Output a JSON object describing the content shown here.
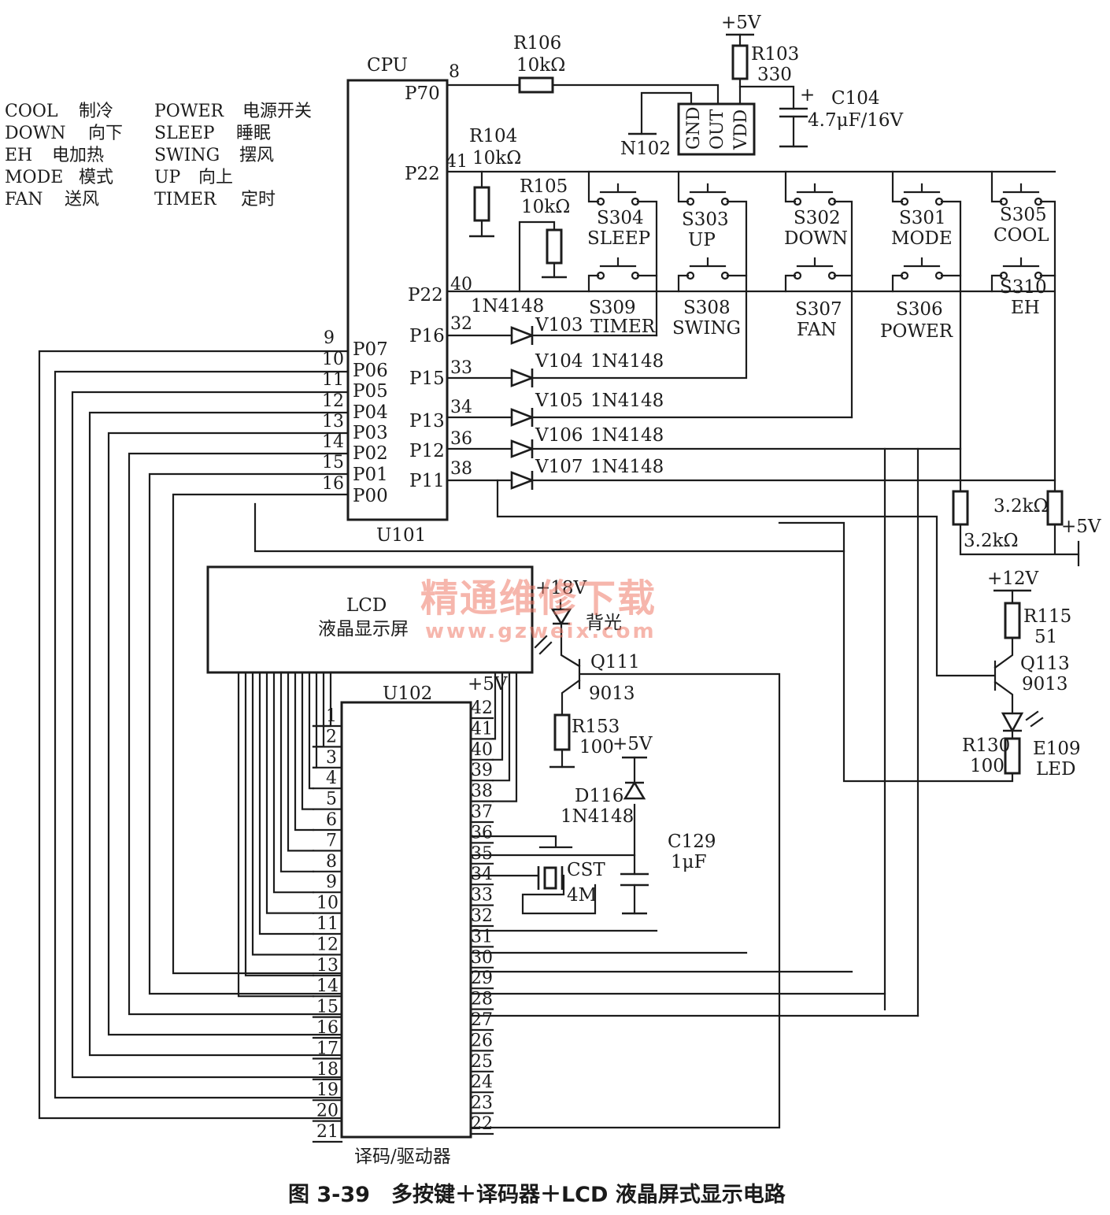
{
  "legend": [
    {
      "term": "COOL",
      "meaning": "制冷"
    },
    {
      "term": "DOWN",
      "meaning": "向下"
    },
    {
      "term": "EH",
      "meaning": "电加热"
    },
    {
      "term": "MODE",
      "meaning": "模式"
    },
    {
      "term": "FAN",
      "meaning": "送风"
    },
    {
      "term": "POWER",
      "meaning": "电源开关"
    },
    {
      "term": "SLEEP",
      "meaning": "睡眠"
    },
    {
      "term": "SWING",
      "meaning": "摆风"
    },
    {
      "term": "UP",
      "meaning": "向上"
    },
    {
      "term": "TIMER",
      "meaning": "定时"
    }
  ],
  "cpu": {
    "title": "CPU",
    "ref": "U101",
    "left_pins": [
      {
        "num": "9",
        "name": "P07"
      },
      {
        "num": "10",
        "name": "P06"
      },
      {
        "num": "11",
        "name": "P05"
      },
      {
        "num": "12",
        "name": "P04"
      },
      {
        "num": "13",
        "name": "P03"
      },
      {
        "num": "14",
        "name": "P02"
      },
      {
        "num": "15",
        "name": "P01"
      },
      {
        "num": "16",
        "name": "P00"
      }
    ],
    "right_pins": [
      {
        "num": "8",
        "name": "P70"
      },
      {
        "num": "41",
        "name": "P22"
      },
      {
        "num": "40",
        "name": "P22"
      },
      {
        "num": "32",
        "name": "P16"
      },
      {
        "num": "33",
        "name": "P15"
      },
      {
        "num": "34",
        "name": "P13"
      },
      {
        "num": "36",
        "name": "P12"
      },
      {
        "num": "38",
        "name": "P11"
      }
    ]
  },
  "parts": {
    "r106": {
      "ref": "R106",
      "value": "10kΩ"
    },
    "r103": {
      "ref": "R103",
      "value": "330"
    },
    "c104": {
      "ref": "C104",
      "value": "4.7μF/16V",
      "plus": "+"
    },
    "n102": {
      "ref": "N102",
      "pins": [
        "GND",
        "OUT",
        "VDD"
      ]
    },
    "r104": {
      "ref": "R104",
      "value": "10kΩ"
    },
    "r105": {
      "ref": "R105",
      "value": "10kΩ"
    },
    "v103": {
      "ref": "V103",
      "value": "1N4148"
    },
    "v104": {
      "ref": "V104",
      "value": "1N4148"
    },
    "v105": {
      "ref": "V105",
      "value": "1N4148"
    },
    "v106": {
      "ref": "V106",
      "value": "1N4148"
    },
    "v107": {
      "ref": "V107",
      "value": "1N4148"
    },
    "r_left": {
      "value": "3.2kΩ"
    },
    "r_right": {
      "value": "3.2kΩ"
    },
    "r115": {
      "ref": "R115",
      "value": "51"
    },
    "q113": {
      "ref": "Q113",
      "value": "9013"
    },
    "r130": {
      "ref": "R130",
      "value": "100"
    },
    "e109": {
      "ref": "E109",
      "value": "LED"
    },
    "q111": {
      "ref": "Q111",
      "value": "9013"
    },
    "r153": {
      "ref": "R153",
      "value": "100"
    },
    "d116": {
      "ref": "D116",
      "value": "1N4148"
    },
    "c129": {
      "ref": "C129",
      "value": "1μF"
    },
    "cst": {
      "ref": "CST",
      "value": "4M"
    }
  },
  "switches": {
    "top": [
      {
        "ref": "S304",
        "name": "SLEEP"
      },
      {
        "ref": "S303",
        "name": "UP"
      },
      {
        "ref": "S302",
        "name": "DOWN"
      },
      {
        "ref": "S301",
        "name": "MODE"
      },
      {
        "ref": "S305",
        "name": "COOL"
      }
    ],
    "bottom": [
      {
        "ref": "S309",
        "name": "TIMER"
      },
      {
        "ref": "S308",
        "name": "SWING"
      },
      {
        "ref": "S307",
        "name": "FAN"
      },
      {
        "ref": "S306",
        "name": "POWER"
      },
      {
        "ref": "S310",
        "name": "EH"
      }
    ]
  },
  "power": {
    "v5": "+5V",
    "v12": "+12V",
    "v18": "+18V"
  },
  "lcd": {
    "line1": "LCD",
    "line2": "液晶显示屏",
    "backlight": "背光"
  },
  "decoder": {
    "ref": "U102",
    "name": "译码/驱动器",
    "left_pins": [
      "1",
      "2",
      "3",
      "4",
      "5",
      "6",
      "7",
      "8",
      "9",
      "10",
      "11",
      "12",
      "13",
      "14",
      "15",
      "16",
      "17",
      "18",
      "19",
      "20",
      "21"
    ],
    "right_pins": [
      "42",
      "41",
      "40",
      "39",
      "38",
      "37",
      "36",
      "35",
      "34",
      "33",
      "32",
      "31",
      "30",
      "29",
      "28",
      "27",
      "26",
      "25",
      "24",
      "23",
      "22"
    ]
  },
  "watermark": {
    "line1": "精通维修下载",
    "line2": "www.gzweix.com"
  },
  "caption": "图 3-39　多按键＋译码器＋LCD 液晶屏式显示电路"
}
